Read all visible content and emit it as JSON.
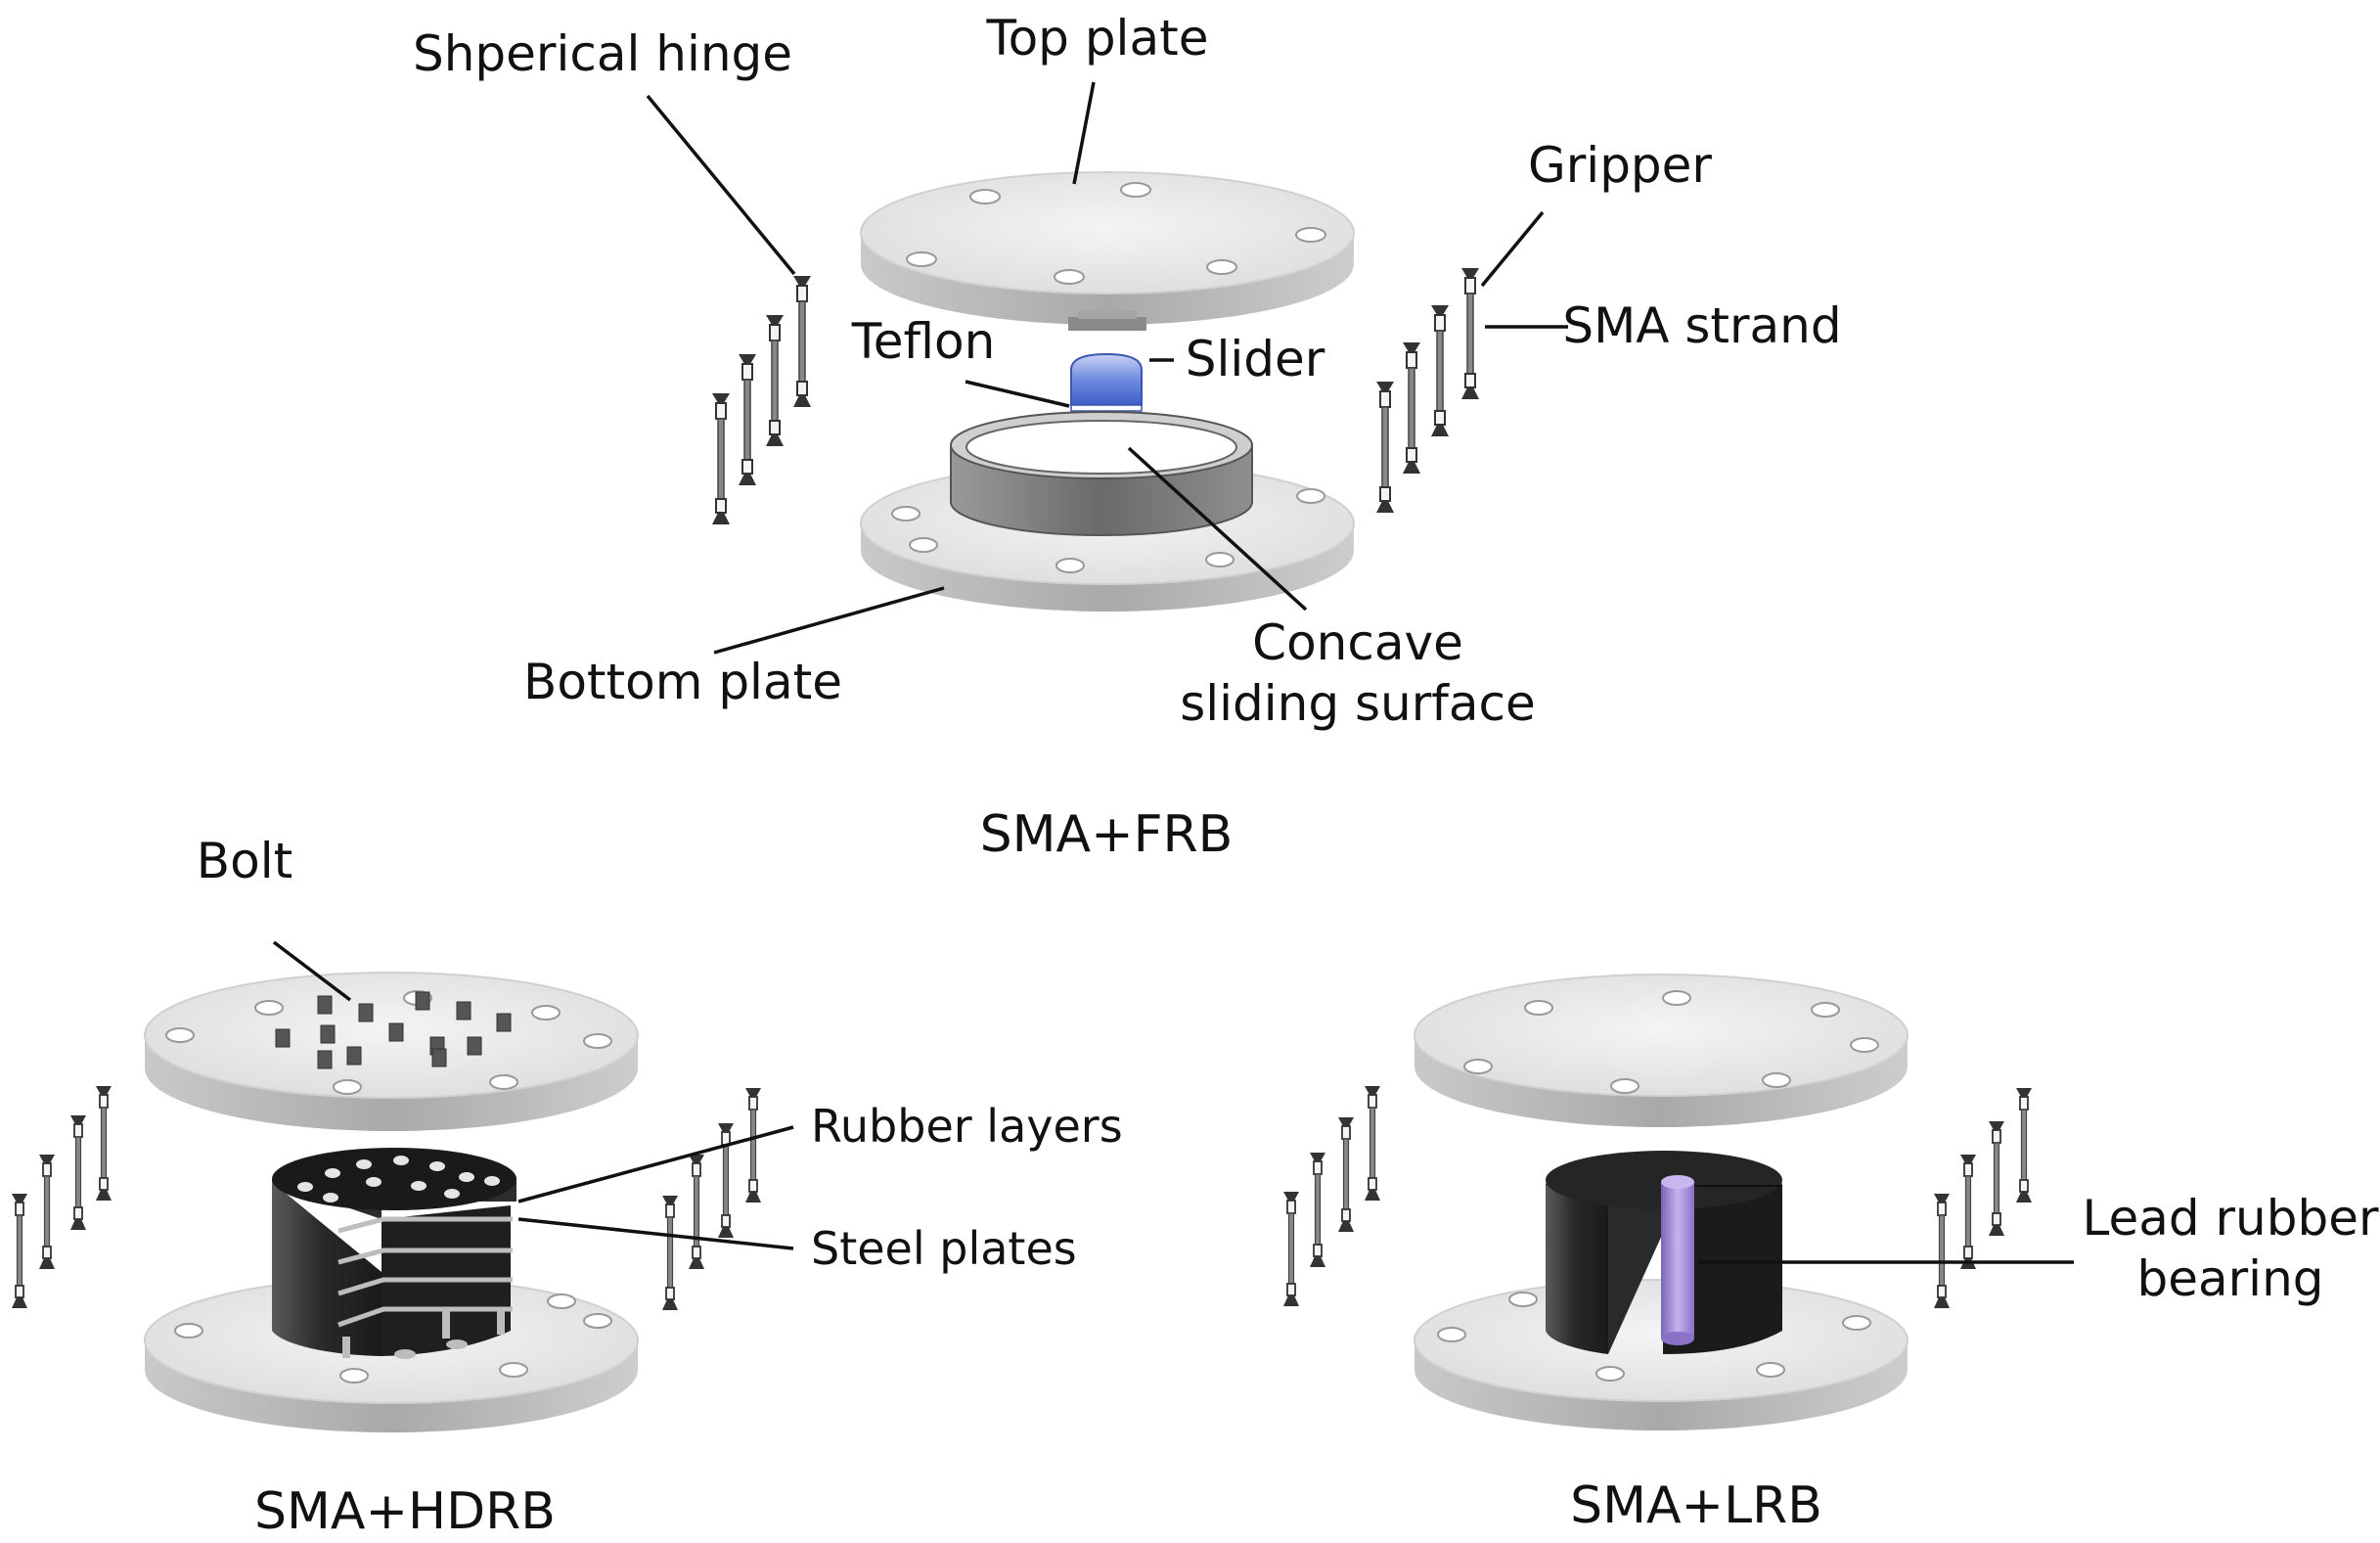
{
  "figure": {
    "frb": {
      "title": "SMA+FRB",
      "labels": {
        "spherical_hinge": "Shperical hinge",
        "top_plate": "Top plate",
        "gripper": "Gripper",
        "sma_strand": "SMA strand",
        "teflon": "Teflon",
        "slider": "Slider",
        "bottom_plate": "Bottom plate",
        "concave_line1": "Concave",
        "concave_line2": "sliding surface"
      }
    },
    "hdrb": {
      "title": "SMA+HDRB",
      "labels": {
        "bolt": "Bolt",
        "rubber_layers": "Rubber layers",
        "steel_plates": "Steel plates"
      }
    },
    "lrb": {
      "title": "SMA+LRB",
      "labels": {
        "lead_line1": "Lead rubber",
        "lead_line2": "bearing"
      }
    }
  },
  "colors": {
    "plate_top": "#e9e9e9",
    "plate_side": "#b8b8b8",
    "rubber_dark": "#1f1f1f",
    "slider_blue": "#5a78d6",
    "lead_core": "#a98fd6",
    "leader_line": "#111111"
  }
}
